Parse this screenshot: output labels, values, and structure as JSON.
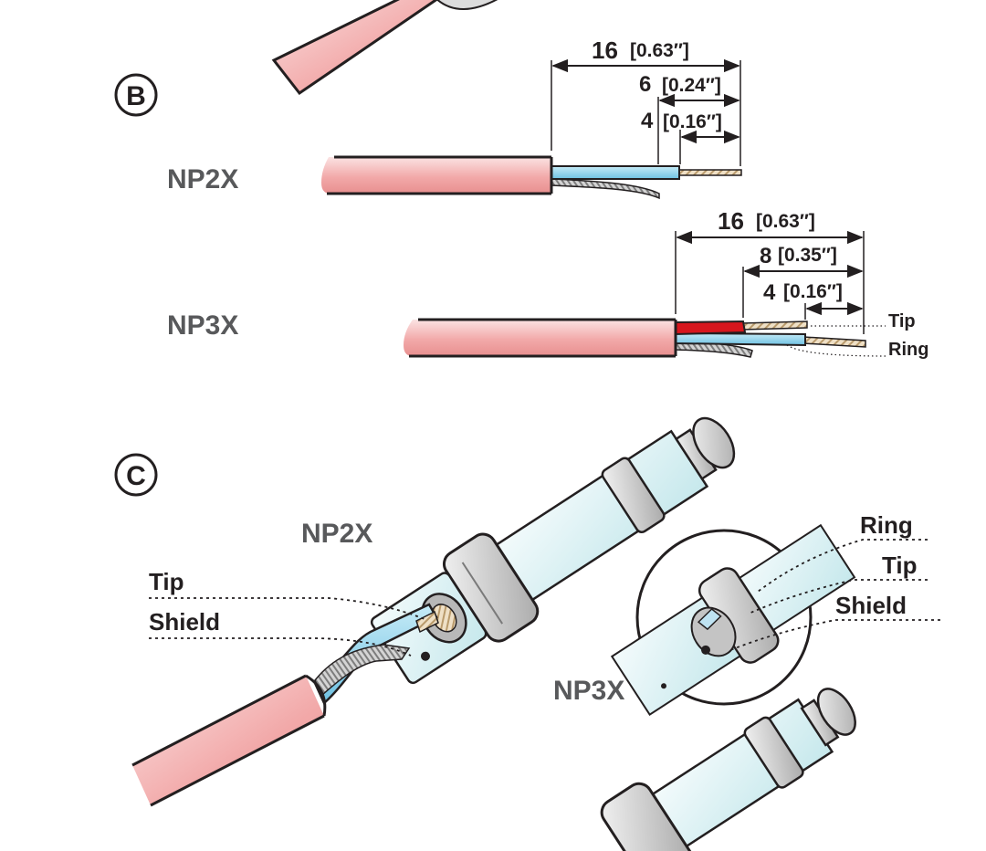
{
  "colors": {
    "jacket": "#f2a9a9",
    "jacket_light": "#fbe0e0",
    "insulation_blue": "#8fd0ea",
    "insulation_red": "#d7161d",
    "copper": "#e7d3b4",
    "shield_grey": "#9a9a9a",
    "plug_body": "#d9f0f2",
    "plug_metal": "#c9c9c9",
    "label_grey": "#58595b",
    "ink": "#231f20"
  },
  "section_b": {
    "badge": "B",
    "np2x": {
      "label": "NP2X",
      "dims": [
        {
          "mm": "16",
          "inch": "[0.63″]"
        },
        {
          "mm": "6",
          "inch": "[0.24″]"
        },
        {
          "mm": "4",
          "inch": "[0.16″]"
        }
      ]
    },
    "np3x": {
      "label": "NP3X",
      "dims": [
        {
          "mm": "16",
          "inch": "[0.63″]"
        },
        {
          "mm": "8",
          "inch": "[0.35″]"
        },
        {
          "mm": "4",
          "inch": "[0.16″]"
        }
      ],
      "wire_labels": {
        "tip": "Tip",
        "ring": "Ring"
      }
    }
  },
  "section_c": {
    "badge": "C",
    "np2x": {
      "label": "NP2X",
      "wire_labels": {
        "tip": "Tip",
        "shield": "Shield"
      }
    },
    "np3x": {
      "label": "NP3X",
      "wire_labels": {
        "ring": "Ring",
        "tip": "Tip",
        "shield": "Shield"
      }
    }
  }
}
